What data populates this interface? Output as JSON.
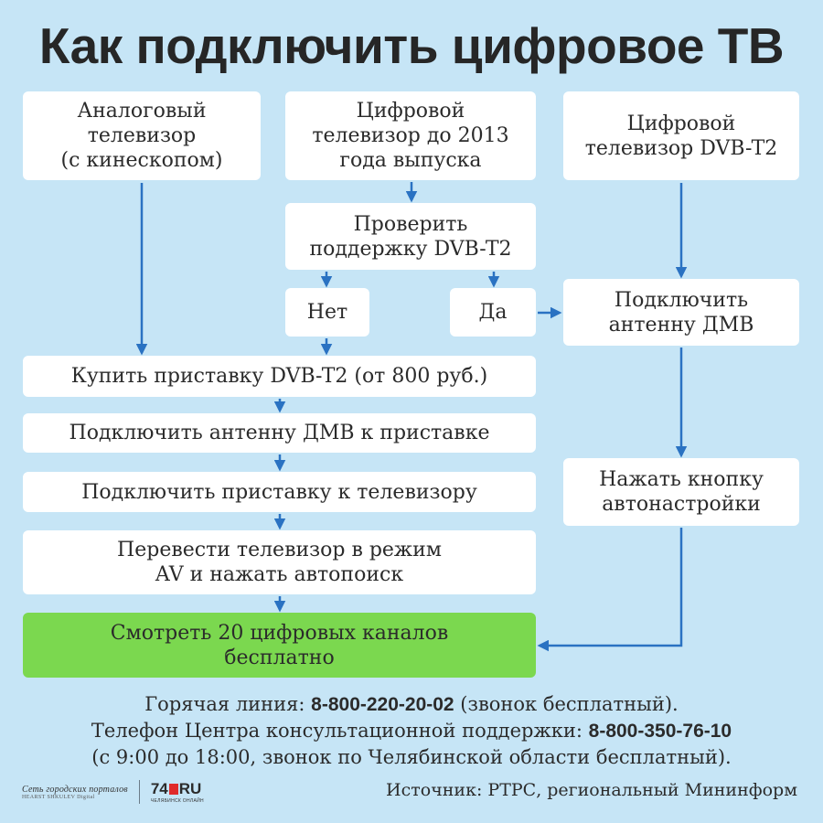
{
  "title": "Как подключить цифровое ТВ",
  "boxes": {
    "analog_tv": "Аналоговый\nтелевизор\n(с кинескопом)",
    "digital_tv_2013": "Цифровой\nтелевизор до 2013\nгода выпуска",
    "digital_tv_dvbt2": "Цифровой\nтелевизор DVB-T2",
    "check_support": "Проверить\nподдержку DVB-T2",
    "no": "Нет",
    "yes": "Да",
    "connect_antenna": "Подключить\nантенну ДМВ",
    "buy_receiver": "Купить приставку DVB-T2 (от 800 руб.)",
    "connect_antenna_to_receiver": "Подключить антенну ДМВ к приставке",
    "connect_receiver_to_tv": "Подключить приставку к телевизору",
    "switch_av": "Перевести телевизор в режим\nAV и нажать автопоиск",
    "press_autotune": "Нажать кнопку\nавтонастройки",
    "watch_channels": "Смотреть 20 цифровых каналов\nбесплатно"
  },
  "footer": {
    "hotline_label": "Горячая линия: ",
    "hotline_phone": "8-800-220-20-02",
    "hotline_note": " (звонок бесплатный).",
    "center_label": "Телефон Центра консультационной поддержки: ",
    "center_phone": "8-800-350-76-10",
    "hours": "(с 9:00 до 18:00, звонок по Челябинской области бесплатный)."
  },
  "logos": {
    "network_line1": "Сеть городских порталов",
    "network_line2": "HEARST SHKULEV Digital",
    "brand_left": "74",
    "brand_right": "RU",
    "brand_sub": "ЧЕЛЯБИНСК ОНЛАЙН"
  },
  "source": "Источник: РТРС, региональный Мининформ",
  "colors": {
    "background": "#c6e5f6",
    "box": "#ffffff",
    "result_box": "#7bd84f",
    "arrow": "#2a72c2"
  }
}
